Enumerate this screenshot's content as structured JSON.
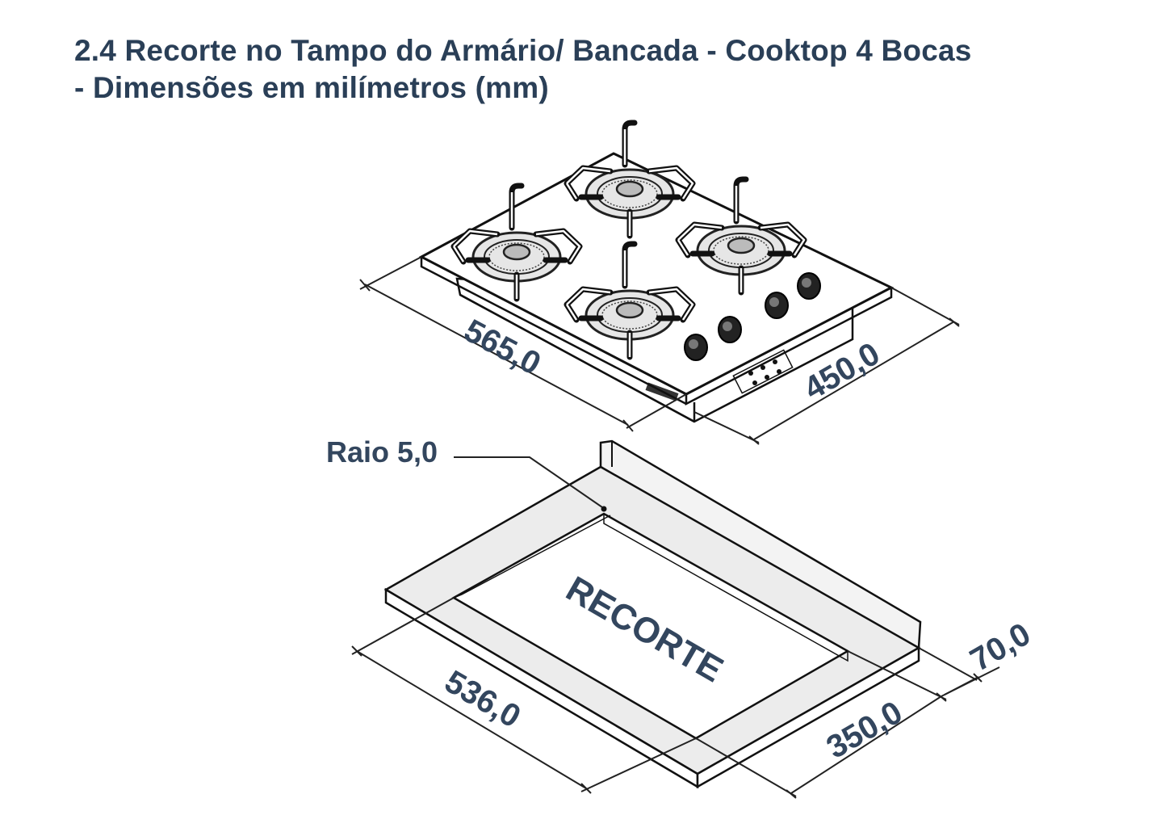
{
  "title": {
    "line1": "2.4 Recorte no Tampo do Armário/ Bancada - Cooktop 4 Bocas",
    "line2": "- Dimensões em milímetros (mm)"
  },
  "cooktop": {
    "width_label": "565,0",
    "depth_label": "450,0"
  },
  "cutout": {
    "radius_label": "Raio 5,0",
    "cutout_label": "RECORTE",
    "width_label": "536,0",
    "depth_label": "350,0",
    "back_offset_label": "70,0"
  }
}
